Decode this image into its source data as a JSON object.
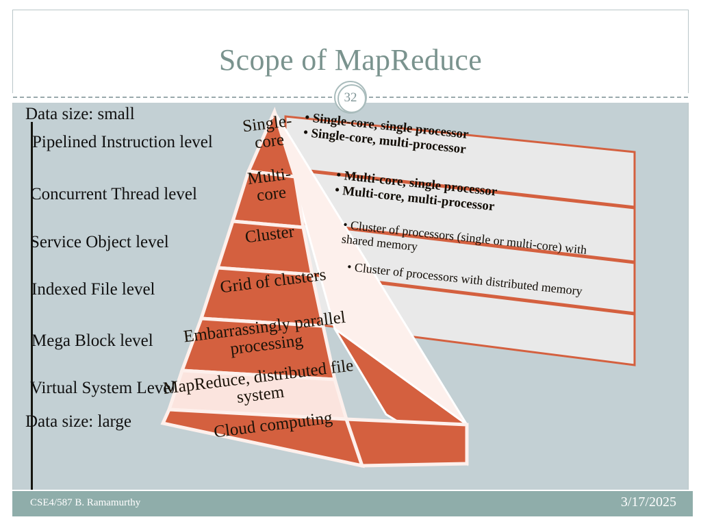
{
  "header": {
    "title": "Scope of MapReduce",
    "page_number": "32"
  },
  "footer": {
    "author": "CSE4/587 B. Ramamurthy",
    "date": "3/17/2025"
  },
  "axis": {
    "top_label": "Data size: small",
    "bottom_label": "Data size: large",
    "arrow_direction": "down"
  },
  "left_labels": [
    "Pipelined Instruction level",
    "Concurrent Thread level",
    "Service Object level",
    "Indexed File level",
    "Mega Block level",
    "Virtual System Level"
  ],
  "pyramid": {
    "bands": [
      {
        "label": "Single-\ncore",
        "color": "#d4603f"
      },
      {
        "label": "Multi-\ncore",
        "color": "#d4603f"
      },
      {
        "label": "Cluster",
        "color": "#d4603f"
      },
      {
        "label": "Grid of clusters",
        "color": "#d4603f"
      },
      {
        "label": "Embarrassingly parallel\nprocessing",
        "color": "#d4603f"
      },
      {
        "label": "MapReduce, distributed file\nsystem",
        "color": "#fbe4de"
      },
      {
        "label": "Cloud computing",
        "color": "#d4603f"
      }
    ]
  },
  "detail_panels": [
    {
      "lines": "• Single-core, single processor\n• Single-core, multi-processor",
      "bold": true
    },
    {
      "lines": "• Multi-core, single processor\n• Multi-core, multi-processor",
      "bold": true
    },
    {
      "lines": "• Cluster of processors (single or multi-core) with\n   shared memory",
      "bold": false
    },
    {
      "lines": "• Cluster of processors with distributed memory",
      "bold": false
    }
  ],
  "colors": {
    "title": "#7a938e",
    "canvas_bg": "#c3d0d4",
    "footer_bg": "#8fadaa",
    "pyramid_orange": "#d4603f",
    "pyramid_highlight": "#fbe4de",
    "panel_fill": "#e9e9e9",
    "panel_border": "#d4603f"
  }
}
